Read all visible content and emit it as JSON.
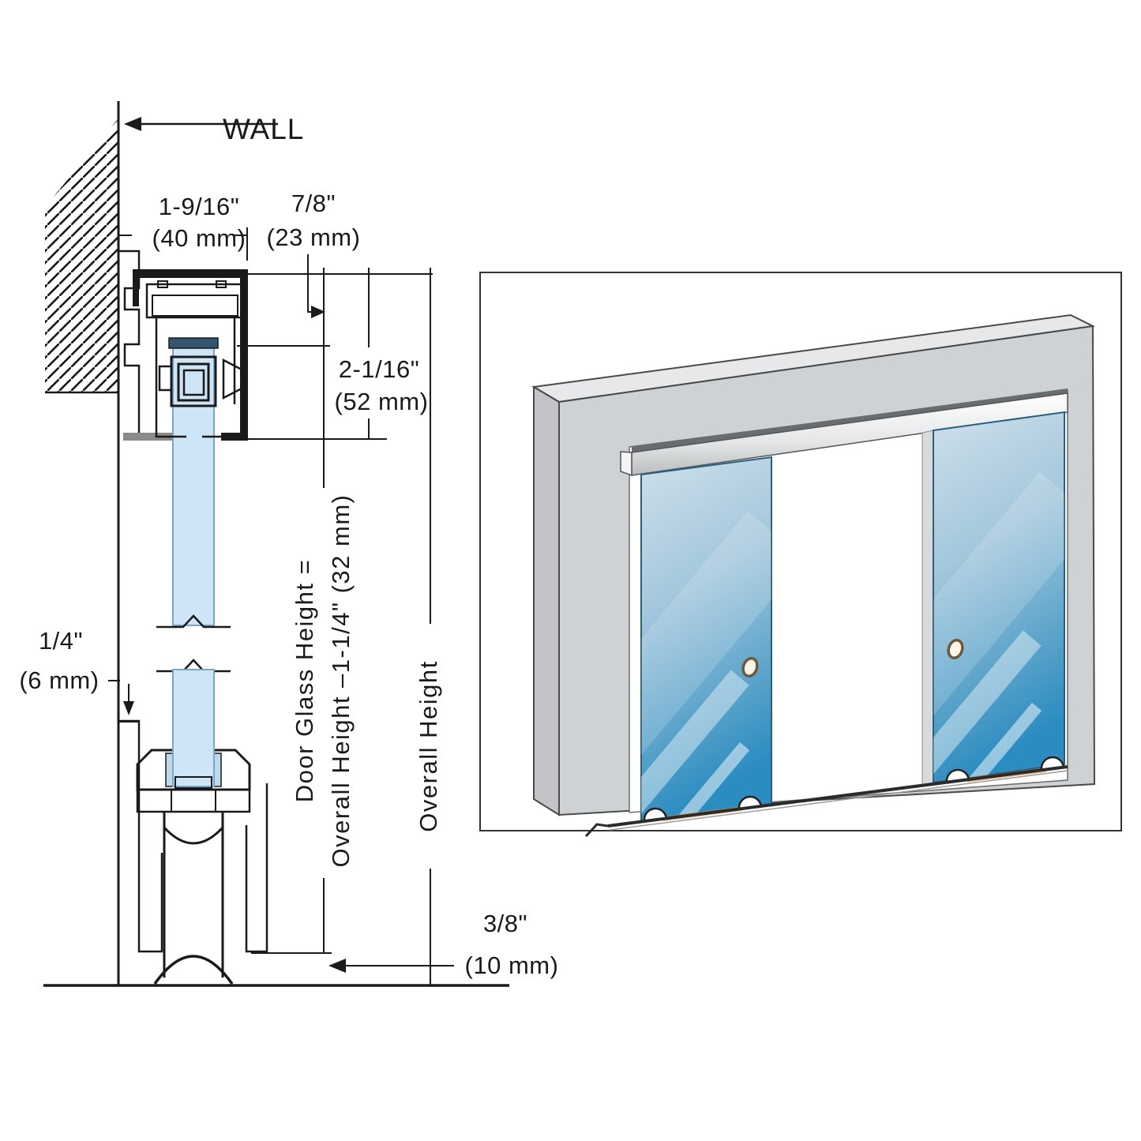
{
  "title": "Sliding glass door system – installation cross-section and elevation diagram",
  "labels": {
    "wall": "WALL",
    "door_glass_height_line1": "Door Glass Height =",
    "door_glass_height_line2": "Overall Height –1-1/4\" (32 mm)",
    "overall_height": "Overall Height"
  },
  "dims": {
    "d40": {
      "inch": "1-9/16\"",
      "mm": "(40 mm)"
    },
    "d23": {
      "inch": "7/8\"",
      "mm": "(23 mm)"
    },
    "d52": {
      "inch": "2-1/16\"",
      "mm": "(52 mm)"
    },
    "d6": {
      "inch": "1/4\"",
      "mm": "(6 mm)"
    },
    "d10": {
      "inch": "3/8\"",
      "mm": "(10 mm)"
    }
  },
  "colors": {
    "line": "#1a1a1a",
    "glass_section_fill": "#cde5f7",
    "glass_section_edge": "#7aa7c7",
    "glass_clamp_cap": "#33566e",
    "wall_front": "#cfd2d4",
    "wall_top": "#e6e8ea",
    "wall_side": "#c2c4c7",
    "sill_gray": "#8a8a8a",
    "glass_iso_top": "#cfe0ea",
    "glass_iso_bottom": "#2b8cc0",
    "rail_silver": "#c7cacc",
    "glow_orange": "#d98e2e"
  }
}
